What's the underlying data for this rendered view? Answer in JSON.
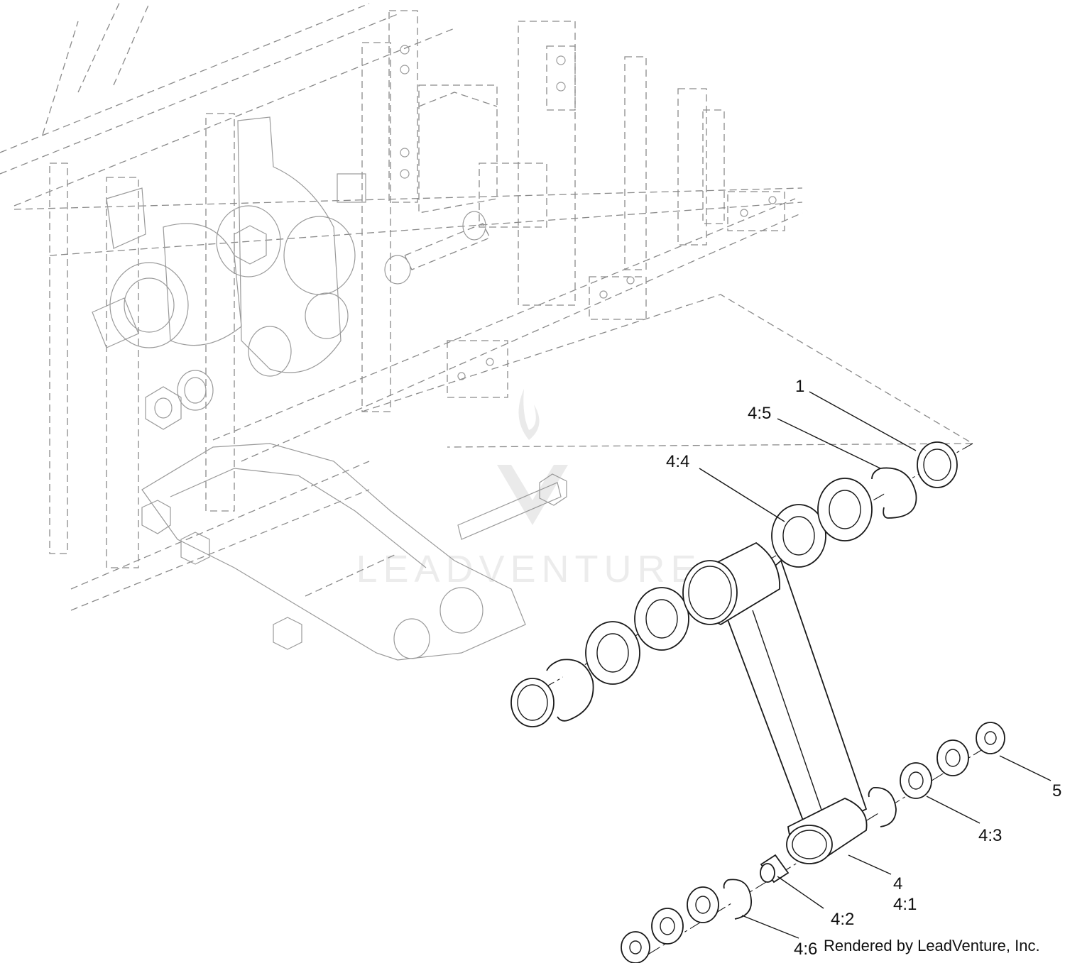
{
  "callouts": [
    {
      "id": "1",
      "label": "1"
    },
    {
      "id": "4_5",
      "label": "4:5"
    },
    {
      "id": "4_4",
      "label": "4:4"
    },
    {
      "id": "5",
      "label": "5"
    },
    {
      "id": "4_3",
      "label": "4:3"
    },
    {
      "id": "4",
      "label": "4"
    },
    {
      "id": "4_1",
      "label": "4:1"
    },
    {
      "id": "4_2",
      "label": "4:2"
    },
    {
      "id": "4_6",
      "label": "4:6"
    }
  ],
  "watermark": {
    "text": "LEADVENTURE"
  },
  "credit": "Rendered by LeadVenture, Inc."
}
